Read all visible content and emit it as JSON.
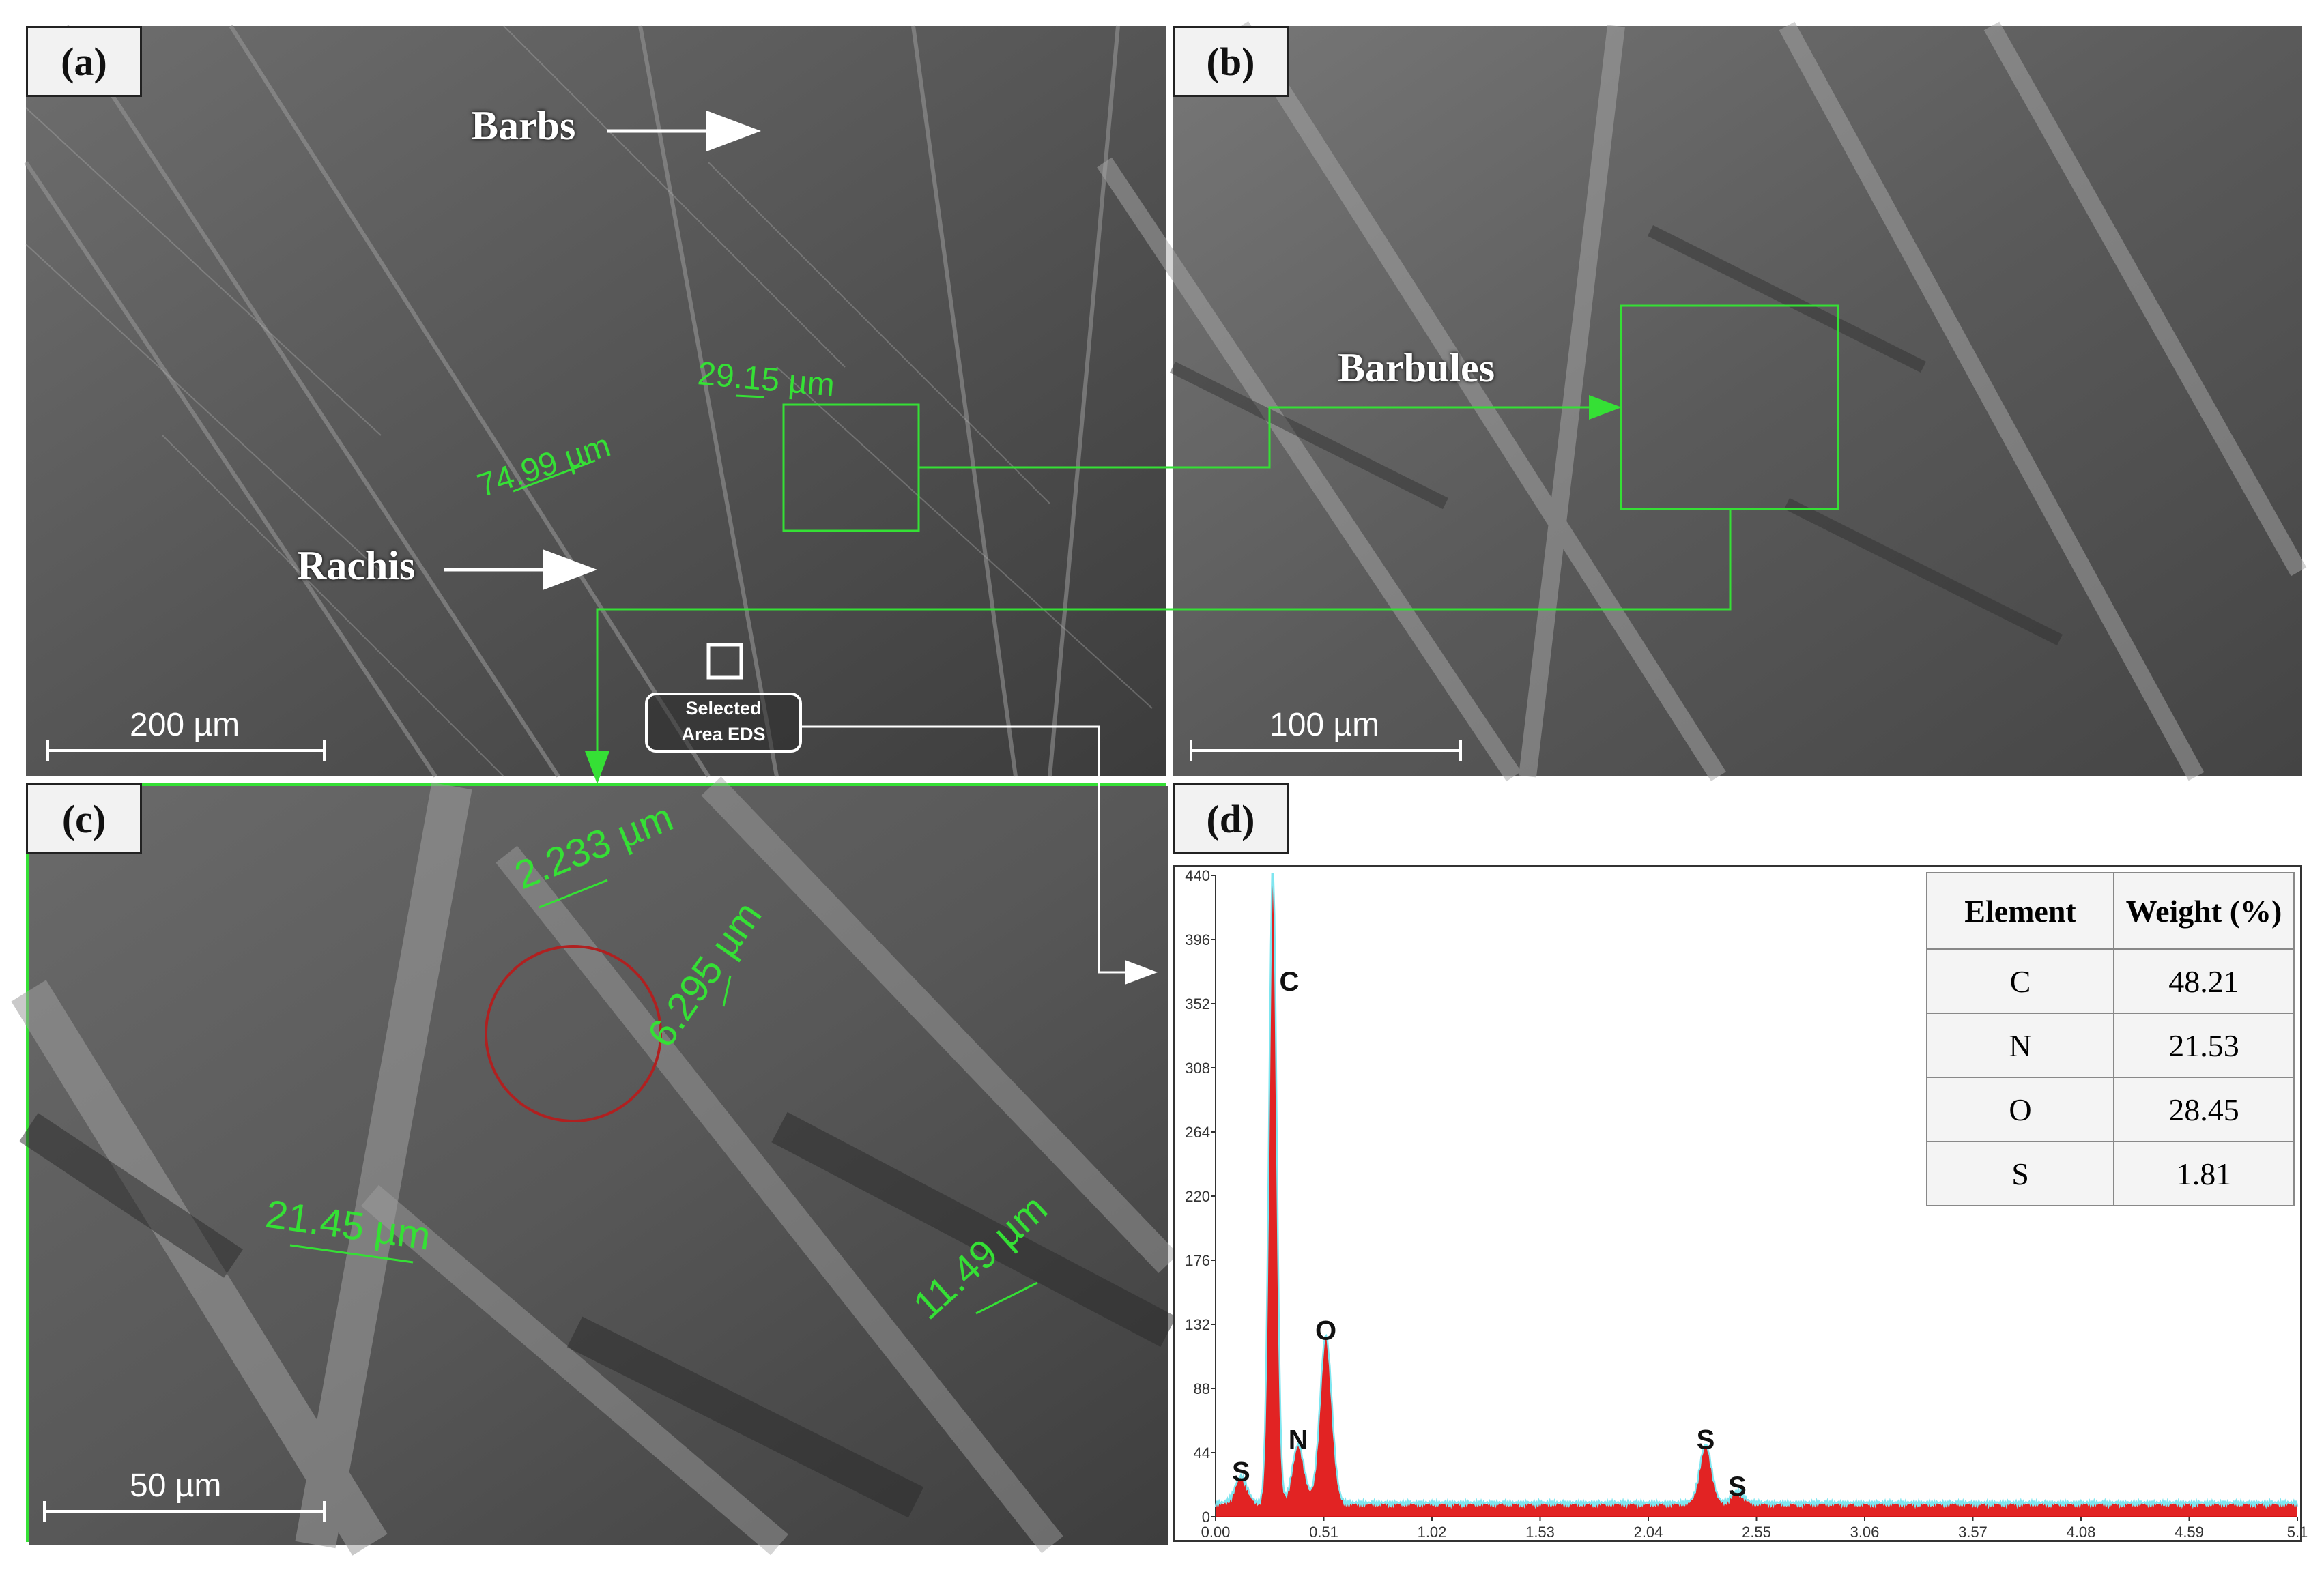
{
  "panels": {
    "a": {
      "label": "(a)",
      "annotations": {
        "barbs": "Barbs",
        "rachis": "Rachis"
      },
      "measurements": {
        "m1": "29.15 µm",
        "m2": "74.99 µm"
      },
      "scale_bar": "200 µm",
      "eds_box": {
        "line1": "Selected",
        "line2": "Area EDS"
      }
    },
    "b": {
      "label": "(b)",
      "annotations": {
        "barbules": "Barbules"
      },
      "scale_bar": "100 µm"
    },
    "c": {
      "label": "(c)",
      "measurements": {
        "m1": "2.233 µm",
        "m2": "6.295 µm",
        "m3": "21.45 µm",
        "m4": "11.49 µm"
      },
      "scale_bar": "50 µm"
    },
    "d": {
      "label": "(d)",
      "table": {
        "headers": [
          "Element",
          "Weight (%)"
        ],
        "rows": [
          [
            "C",
            "48.21"
          ],
          [
            "N",
            "21.53"
          ],
          [
            "O",
            "28.45"
          ],
          [
            "S",
            "1.81"
          ]
        ]
      }
    }
  },
  "colors": {
    "annotation_green": "#35e035",
    "spectrum_red": "#e01010",
    "spectrum_cyan": "#7fe6f0"
  },
  "chart_data": {
    "type": "area",
    "x_ticks": [
      "0.00",
      "0.51",
      "1.02",
      "1.53",
      "2.04",
      "2.55",
      "3.06",
      "3.57",
      "4.08",
      "4.59",
      "5.1"
    ],
    "y_ticks": [
      "0",
      "44",
      "88",
      "132",
      "176",
      "220",
      "264",
      "308",
      "352",
      "396",
      "440"
    ],
    "xlim": [
      0,
      5.1
    ],
    "ylim": [
      0,
      440
    ],
    "peaks": [
      {
        "label": "S",
        "x": 0.12,
        "y": 18
      },
      {
        "label": "C",
        "x": 0.27,
        "y": 440
      },
      {
        "label": "N",
        "x": 0.39,
        "y": 40
      },
      {
        "label": "O",
        "x": 0.52,
        "y": 115
      },
      {
        "label": "S",
        "x": 2.31,
        "y": 40
      },
      {
        "label": "S",
        "x": 2.46,
        "y": 8
      }
    ]
  }
}
